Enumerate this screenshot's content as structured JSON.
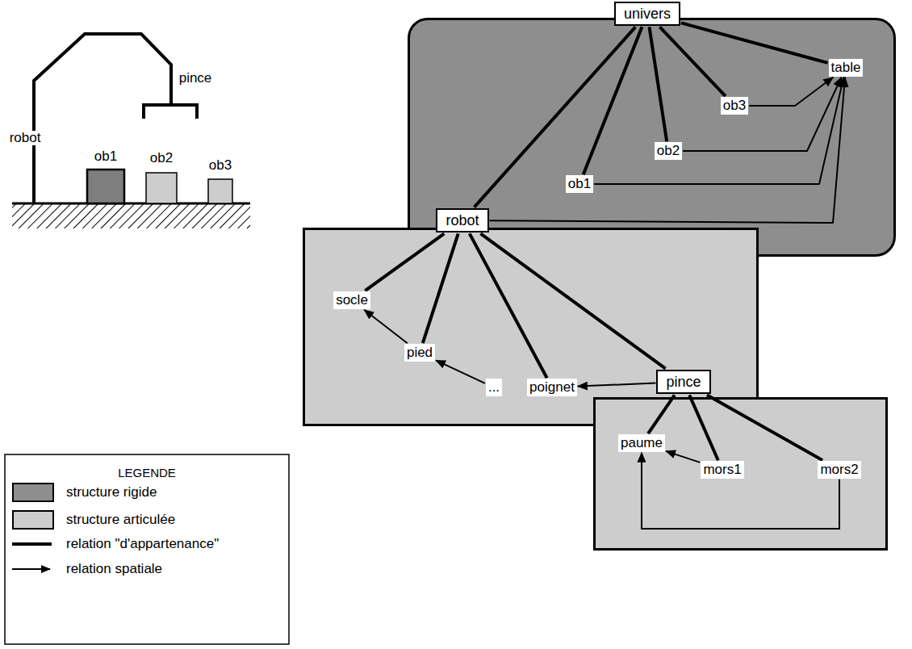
{
  "diagram": {
    "nodes": [
      {
        "text": [
          "univers"
        ]
      },
      {
        "text": [
          "table"
        ],
        "in": 0
      },
      {
        "text": [
          "ob3"
        ],
        "in": 0
      },
      {
        "text": [
          "ob2"
        ],
        "in": 0
      },
      {
        "text": [
          "ob1"
        ],
        "in": 0
      },
      {
        "text": [
          "robot"
        ]
      },
      {
        "text": [
          "socle"
        ],
        "in": 5
      },
      {
        "text": [
          "pied"
        ],
        "in": 5
      },
      {
        "text": [
          "..."
        ],
        "in": 5
      },
      {
        "text": [
          "poignet"
        ],
        "in": 5
      },
      {
        "text": [
          "pince"
        ]
      },
      {
        "text": [
          "paume"
        ],
        "in": 10
      },
      {
        "text": [
          "mors1"
        ],
        "in": 10
      },
      {
        "text": [
          "mors2"
        ],
        "in": 10
      }
    ],
    "edges": [
      {
        "from": 0,
        "to": 1,
        "arrow": "none"
      },
      {
        "from": 0,
        "to": 2,
        "arrow": "none"
      },
      {
        "from": 0,
        "to": 3,
        "arrow": "none"
      },
      {
        "from": 0,
        "to": 4,
        "arrow": "none"
      },
      {
        "from": 0,
        "to": 5,
        "arrow": "none"
      },
      {
        "from": 2,
        "to": 1,
        "arrow": "to"
      },
      {
        "from": 3,
        "to": 1,
        "arrow": "to"
      },
      {
        "from": 4,
        "to": 1,
        "arrow": "to"
      },
      {
        "from": 5,
        "to": 1,
        "arrow": "to"
      },
      {
        "from": 5,
        "to": 6,
        "arrow": "none"
      },
      {
        "from": 5,
        "to": 7,
        "arrow": "none"
      },
      {
        "from": 5,
        "to": 9,
        "arrow": "none"
      },
      {
        "from": 5,
        "to": 10,
        "arrow": "none"
      },
      {
        "from": 7,
        "to": 6,
        "arrow": "to"
      },
      {
        "from": 8,
        "to": 7,
        "arrow": "to"
      },
      {
        "from": 10,
        "to": 9,
        "arrow": "to"
      },
      {
        "from": 10,
        "to": 11,
        "arrow": "none"
      },
      {
        "from": 10,
        "to": 12,
        "arrow": "none"
      },
      {
        "from": 10,
        "to": 13,
        "arrow": "none"
      },
      {
        "from": 12,
        "to": 11,
        "arrow": "to"
      },
      {
        "from": 13,
        "to": 11,
        "arrow": "to"
      }
    ],
    "labels": [
      "robot",
      "pince",
      "ob1",
      "ob2",
      "ob3",
      "LEGENDE"
    ],
    "legend": [
      {
        "text": "structure rigide",
        "color": "#8e8e8e"
      },
      {
        "text": "structure articulée",
        "color": "#cdcdcd"
      },
      {
        "text": "relation \"d'appartenance\""
      },
      {
        "text": "relation spatiale"
      }
    ]
  }
}
